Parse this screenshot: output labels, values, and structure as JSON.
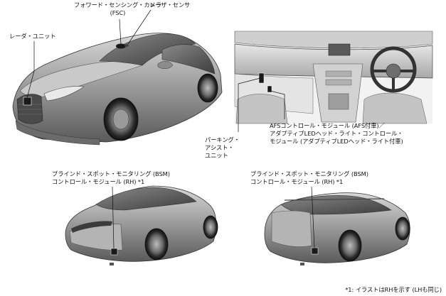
{
  "labels": {
    "fsc_camera": [
      "フォワード・センシング・カメラ",
      "(FSC)"
    ],
    "laser_sensor": "レーザ・センサ",
    "radar_unit": "レーダ・ユニット",
    "parking_assist": [
      "パーキング・",
      "アシスト・",
      "ユニット"
    ],
    "afs_module": [
      "AFSコントロール・モジュール (AFS付車)／",
      "アダプティブLEDヘッド・ライト・コントロール・",
      "モジュール (アダプティブLEDヘッド・ライト付車)"
    ],
    "bsm_sedan": [
      "ブラインド・スポット・モニタリング (BSM)",
      "コントロール・モジュール (RH) *1"
    ],
    "bsm_wagon": [
      "ブラインド・スポット・モニタリング (BSM)",
      "コントロール・モジュール (RH) *1"
    ],
    "footnote": "*1: イラストはRHを示す (LHも同じ)"
  }
}
